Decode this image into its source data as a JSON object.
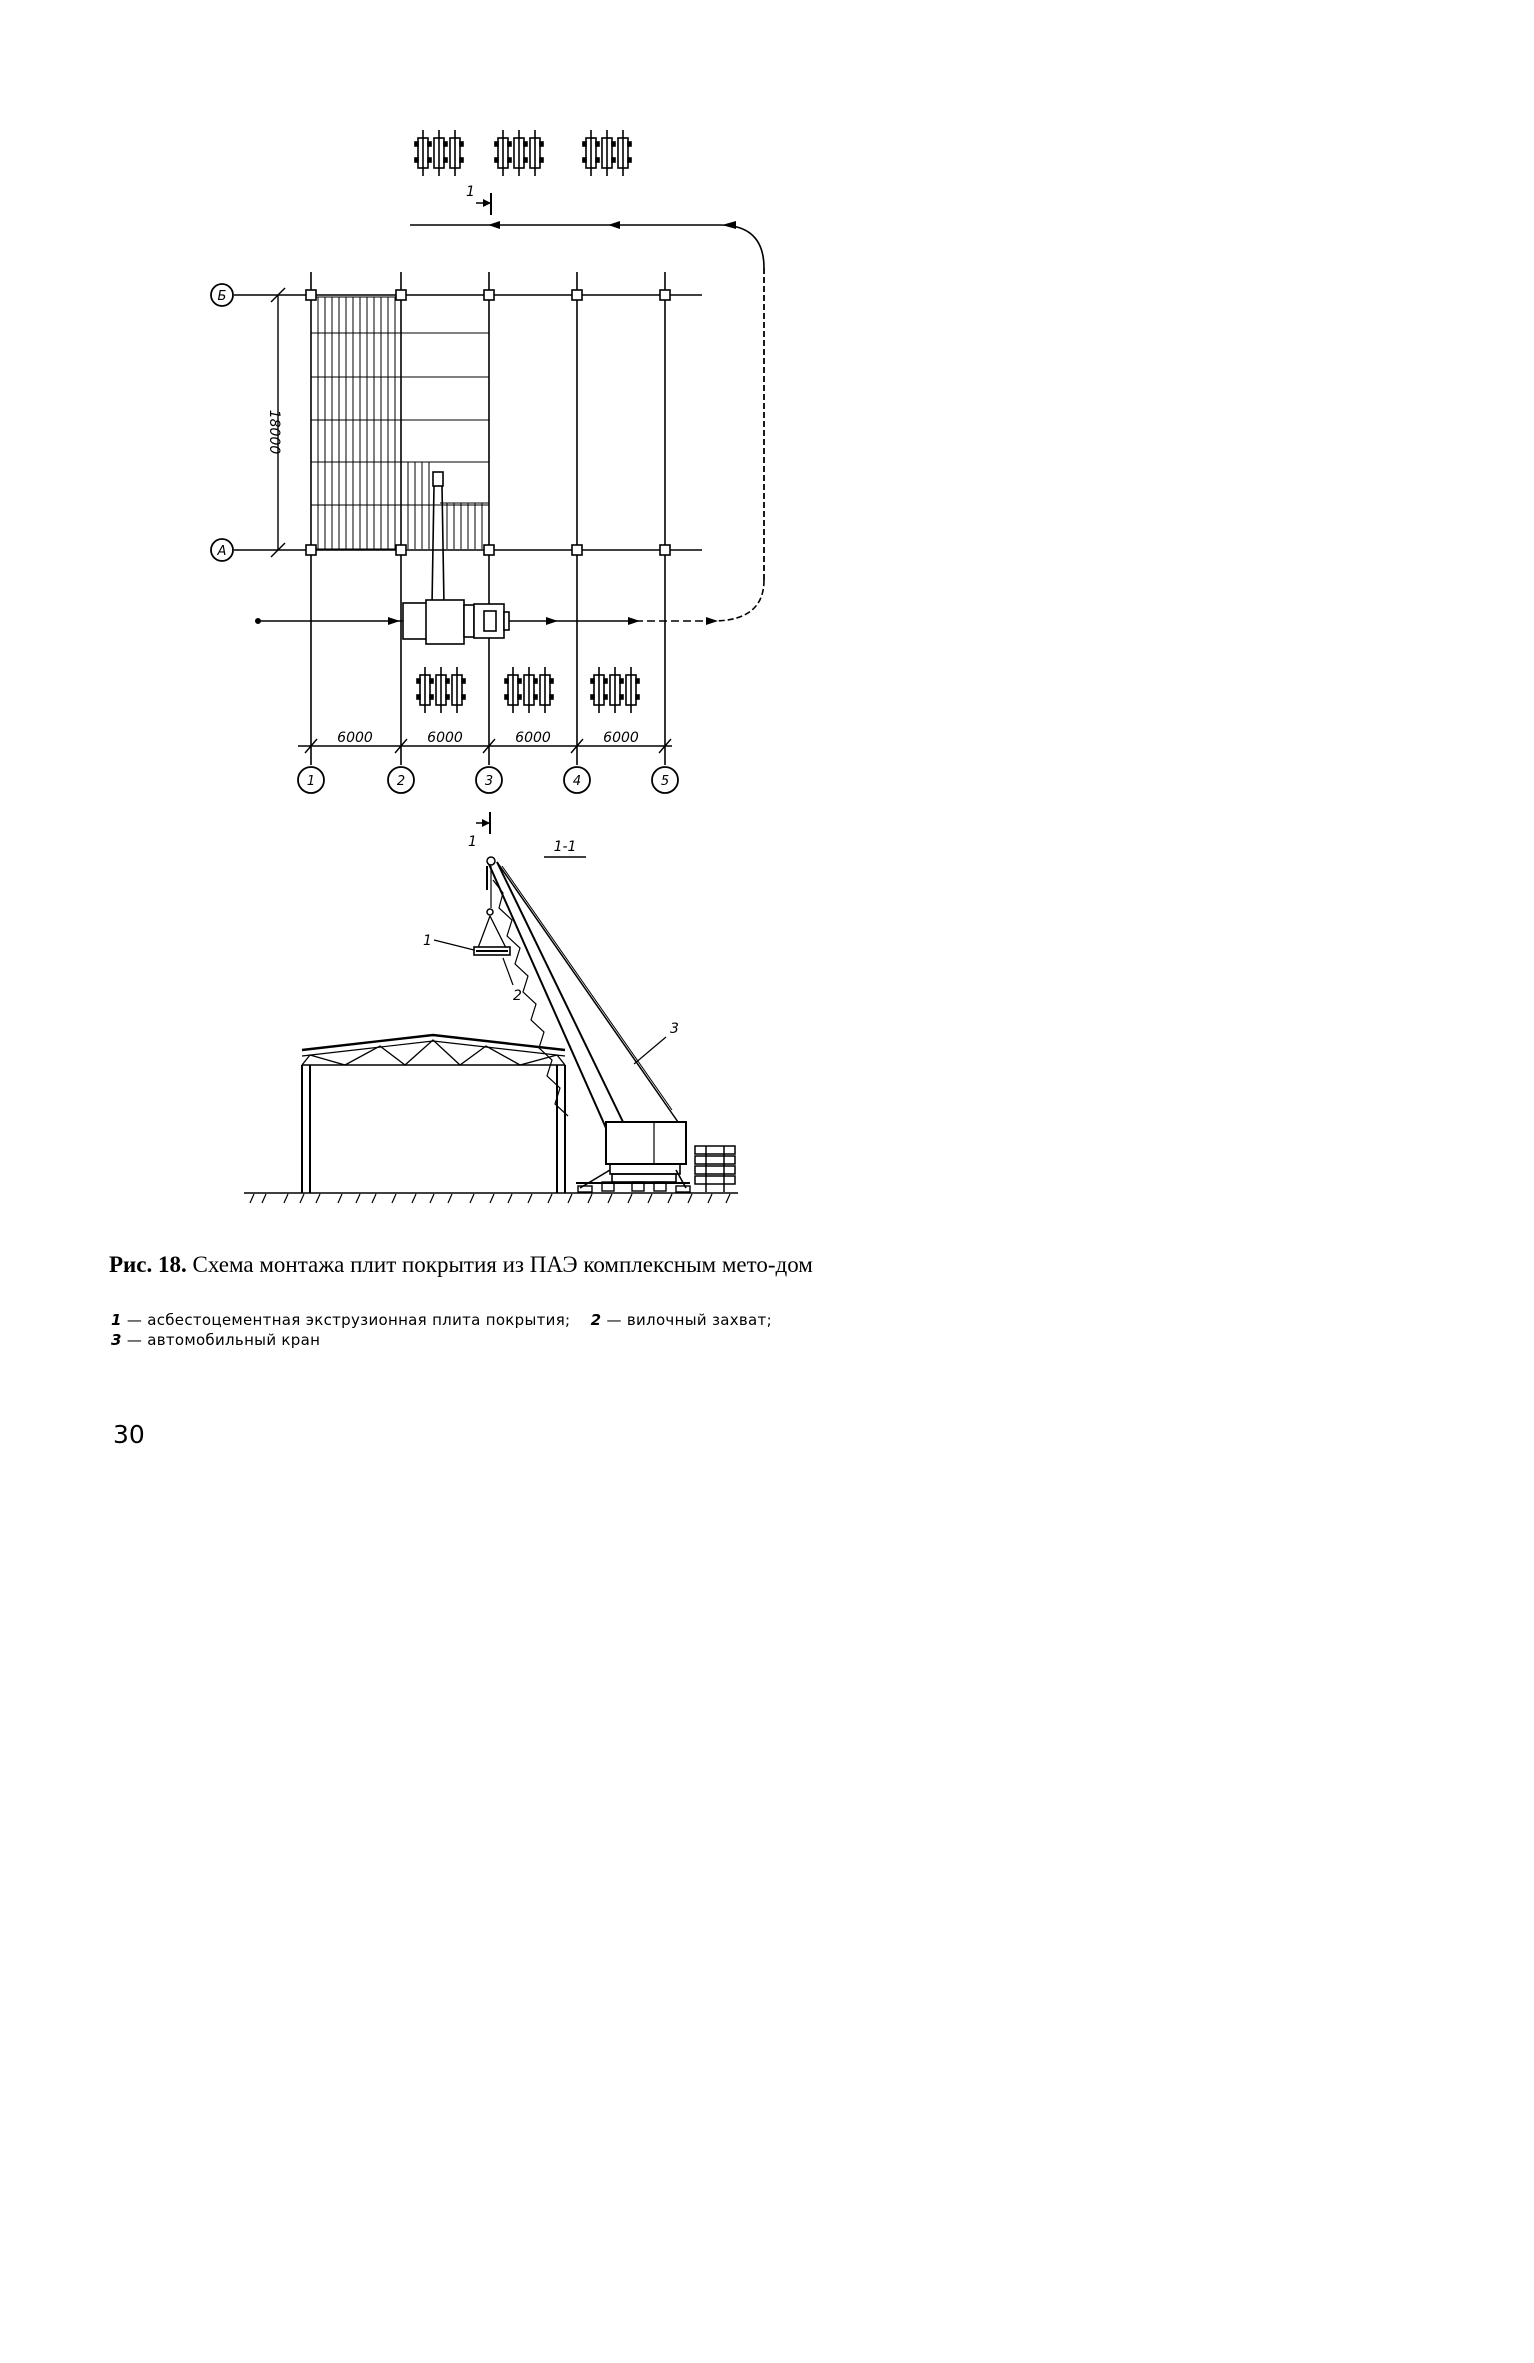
{
  "figure": {
    "rows": {
      "top": "Б",
      "bottom": "А"
    },
    "axes": [
      "1",
      "2",
      "3",
      "4",
      "5"
    ],
    "span_length": "18000",
    "bay_widths": [
      "6000",
      "6000",
      "6000",
      "6000"
    ],
    "section_mark": "1",
    "section_title": "1-1",
    "callouts": {
      "slab": "1",
      "grab": "2",
      "crane": "3"
    }
  },
  "caption": {
    "figure_number": "Рис. 18.",
    "title": "Схема монтажа плит покрытия из ПАЭ комплексным мето-дом",
    "legend": [
      {
        "num": "1",
        "text": "— асбестоцементная экструзионная плита покрытия;"
      },
      {
        "num": "2",
        "text": "— вилочный захват;"
      },
      {
        "num": "3",
        "text": "— автомобильный кран"
      }
    ]
  },
  "page_number": "30"
}
